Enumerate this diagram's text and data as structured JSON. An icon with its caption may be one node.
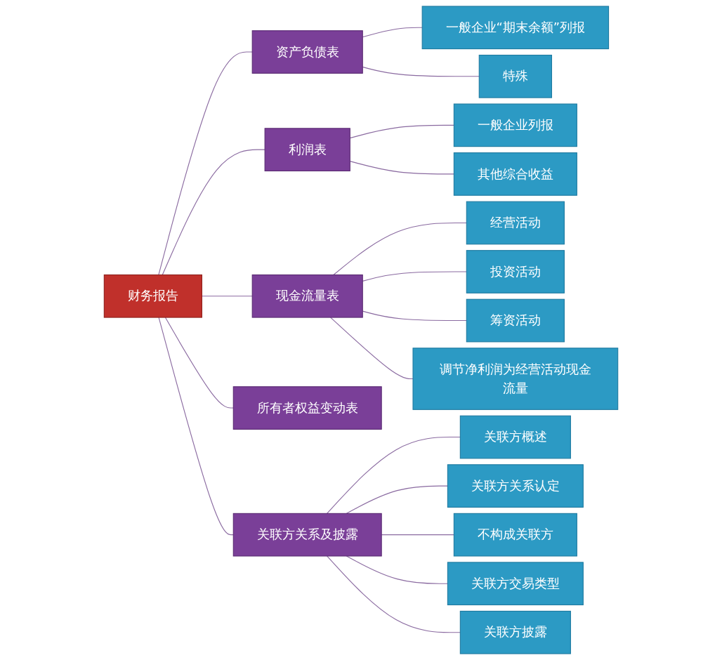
{
  "diagram": {
    "nodes": [
      {
        "text": [
          "财务报告"
        ]
      },
      {
        "text": [
          "资产负债表"
        ]
      },
      {
        "text": [
          "一般企业“期末余额”列报"
        ]
      },
      {
        "text": [
          "特殊"
        ]
      },
      {
        "text": [
          "利润表"
        ]
      },
      {
        "text": [
          "一般企业列报"
        ]
      },
      {
        "text": [
          "其他综合收益"
        ]
      },
      {
        "text": [
          "现金流量表"
        ]
      },
      {
        "text": [
          "经营活动"
        ]
      },
      {
        "text": [
          "投资活动"
        ]
      },
      {
        "text": [
          "筹资活动"
        ]
      },
      {
        "text": [
          "调节净利润为经营活动现金流量"
        ]
      },
      {
        "text": [
          "所有者权益变动表"
        ]
      },
      {
        "text": [
          "关联方关系及披露"
        ]
      },
      {
        "text": [
          "关联方概述"
        ]
      },
      {
        "text": [
          "关联方关系认定"
        ]
      },
      {
        "text": [
          "不构成关联方"
        ]
      },
      {
        "text": [
          "关联方交易类型"
        ]
      },
      {
        "text": [
          "关联方披露"
        ]
      }
    ],
    "edges": [
      {
        "from": 0,
        "to": 1,
        "arrow": "none"
      },
      {
        "from": 0,
        "to": 4,
        "arrow": "none"
      },
      {
        "from": 0,
        "to": 7,
        "arrow": "none"
      },
      {
        "from": 0,
        "to": 12,
        "arrow": "none"
      },
      {
        "from": 0,
        "to": 13,
        "arrow": "none"
      },
      {
        "from": 1,
        "to": 2,
        "arrow": "none"
      },
      {
        "from": 1,
        "to": 3,
        "arrow": "none"
      },
      {
        "from": 4,
        "to": 5,
        "arrow": "none"
      },
      {
        "from": 4,
        "to": 6,
        "arrow": "none"
      },
      {
        "from": 7,
        "to": 8,
        "arrow": "none"
      },
      {
        "from": 7,
        "to": 9,
        "arrow": "none"
      },
      {
        "from": 7,
        "to": 10,
        "arrow": "none"
      },
      {
        "from": 7,
        "to": 11,
        "arrow": "none"
      },
      {
        "from": 13,
        "to": 14,
        "arrow": "none"
      },
      {
        "from": 13,
        "to": 15,
        "arrow": "none"
      },
      {
        "from": 13,
        "to": 16,
        "arrow": "none"
      },
      {
        "from": 13,
        "to": 17,
        "arrow": "none"
      },
      {
        "from": 13,
        "to": 18,
        "arrow": "none"
      }
    ]
  }
}
